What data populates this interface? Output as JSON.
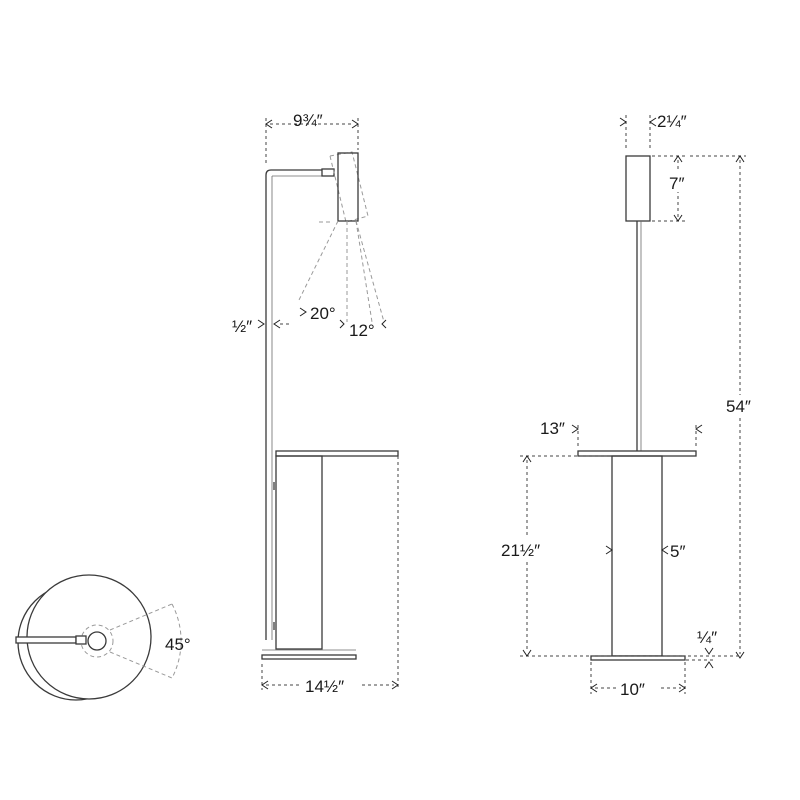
{
  "dimensions": {
    "shade_width": "9¾″",
    "stem_diameter": "½″",
    "tilt_outer_angle": "20°",
    "tilt_inner_angle": "12°",
    "base_width_side": "14½″",
    "shade_depth": "2¼″",
    "shade_height": "7″",
    "overall_height": "54″",
    "table_width": "13″",
    "table_height": "21½″",
    "column_diameter": "5″",
    "base_thickness": "¼″",
    "base_width_front": "10″",
    "rotation_angle": "45°"
  }
}
